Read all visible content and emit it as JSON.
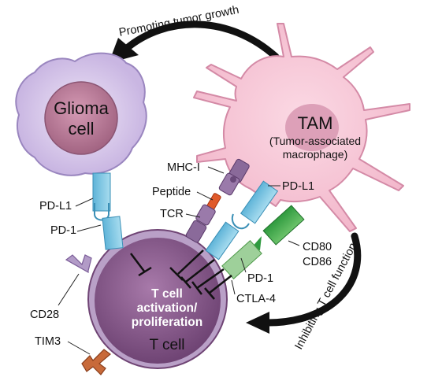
{
  "arrows": {
    "top_label": "Promoting tumor growth",
    "right_label": "Inhibiting T cell function"
  },
  "glioma": {
    "line1": "Glioma",
    "line2": "cell"
  },
  "tam": {
    "title": "TAM",
    "line1": "(Tumor-associated",
    "line2": "macrophage)"
  },
  "tcell": {
    "line1": "T cell",
    "line2": "activation/",
    "line3": "proliferation",
    "name": "T cell"
  },
  "labels": {
    "pdl1_left": "PD-L1",
    "pd1_left": "PD-1",
    "cd28": "CD28",
    "tim3": "TIM3",
    "mhc": "MHC-I",
    "peptide": "Peptide",
    "tcr": "TCR",
    "pdl1_right": "PD-L1",
    "cd80": "CD80",
    "cd86": "CD86",
    "pd1_right": "PD-1",
    "ctla4": "CTLA-4"
  },
  "colors": {
    "glioma_membrane": "#d8c8ec",
    "glioma_nucleus": "#b87c98",
    "tam_body": "#f6c6d6",
    "tam_nucleus": "#cf8eaa",
    "tcell_body": "#8a5a8e",
    "pd_receptor": "#7fc7e4",
    "cd80": "#3aa84a",
    "ctla4": "#9ed09a",
    "mhc": "#8a6a9a",
    "peptide": "#e05a2a",
    "tim3": "#c86a3a",
    "arrow": "#111111"
  }
}
